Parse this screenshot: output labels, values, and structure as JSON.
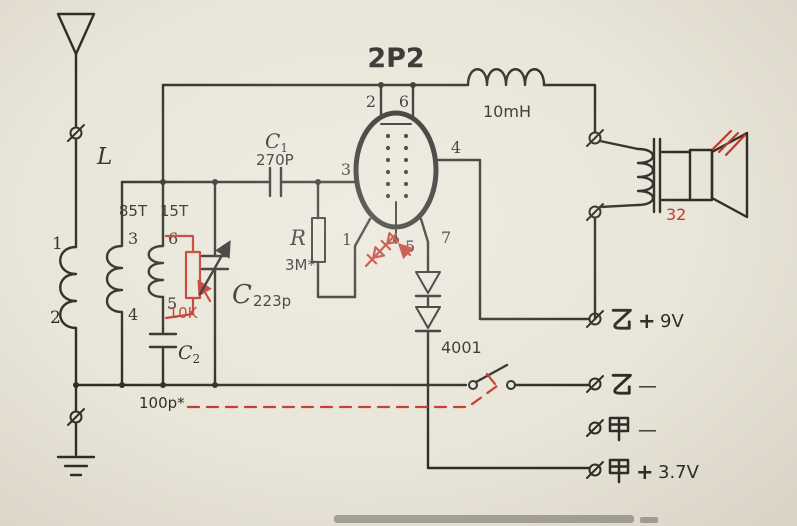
{
  "diagram": {
    "type": "hand-drawn radio schematic",
    "subject": "2P2 single-tube regenerative receiver"
  },
  "colors": {
    "paper": "#e9e5d8",
    "ink": "#2f2d28",
    "red": "#bf392b",
    "smudge": "#57524a"
  },
  "labels": {
    "tube": "2P2",
    "tube_pins": {
      "p1": "1",
      "p2": "2",
      "p3": "3",
      "p4": "4",
      "p5": "5",
      "p6": "6",
      "p7": "7"
    },
    "antenna_coil": {
      "name": "L",
      "pin_top": "1",
      "pin_bottom": "2"
    },
    "tank_coil": {
      "primary": "85T",
      "tickler": "15T",
      "pin3": "3",
      "pin4": "4",
      "pin5": "5",
      "pin6": "6"
    },
    "regen_pot": "10K",
    "tuning_cap": {
      "name": "C",
      "value": "223p"
    },
    "c2": {
      "name": "C",
      "sub": "2",
      "value": "100p*"
    },
    "c1": {
      "name": "C",
      "sub": "1",
      "value": "270P"
    },
    "grid_resistor": {
      "name": "R",
      "value": "3M*"
    },
    "choke": "10mH",
    "diodes": "4001",
    "speaker_impedance": "32",
    "terminals": {
      "b_plus": {
        "glyph": "乙",
        "sign": "+",
        "voltage": "9V"
      },
      "b_minus": {
        "glyph": "乙",
        "sign": "—"
      },
      "a_minus": {
        "glyph": "甲",
        "sign": "—"
      },
      "a_plus": {
        "glyph": "甲",
        "sign": "+",
        "voltage": "3.7V"
      }
    }
  }
}
